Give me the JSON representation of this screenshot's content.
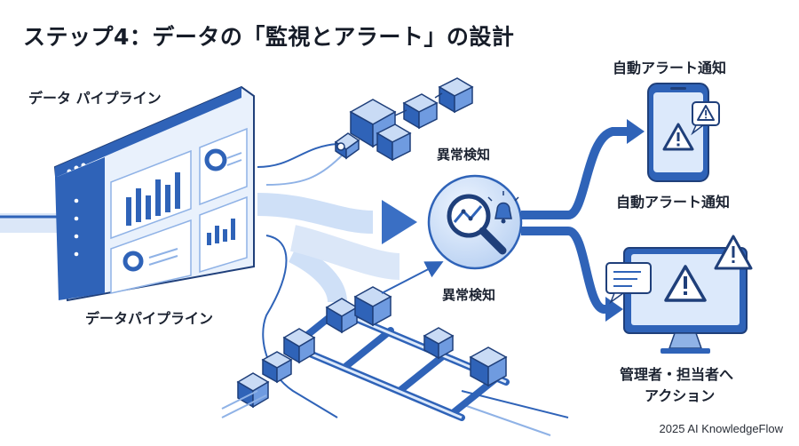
{
  "title": "ステップ4：データの「監視とアラート」の設計",
  "labels": {
    "pipeline_top": "データ パイプライン",
    "pipeline_bottom": "データパイプライン",
    "detection_top": "異常検知",
    "detection_bottom": "異常検知",
    "alert_top": "自動アラート通知",
    "alert_mid": "自動アラート通知",
    "action_line1": "管理者・担当者へ",
    "action_line2": "アクション"
  },
  "footer": "2025 AI KnowledgeFlow",
  "icons": {
    "dashboard": "dashboard-window-icon",
    "pipes": "pipeline-cubes-icon",
    "detection": "magnifier-bell-icon",
    "phone": "smartphone-alert-icon",
    "monitor": "monitor-alert-icon"
  },
  "colors": {
    "primary": "#2f63b8",
    "dark": "#1f3f7a",
    "light": "#dce9fb",
    "mid": "#8fb2e6"
  }
}
